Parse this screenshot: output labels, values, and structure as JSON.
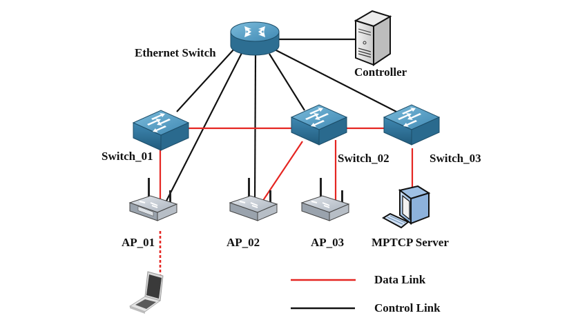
{
  "nodes": {
    "ethernet_switch": {
      "label": "Ethernet Switch",
      "icon": "router-icon"
    },
    "controller": {
      "label": "Controller",
      "icon": "server-tower-icon"
    },
    "switch_01": {
      "label": "Switch_01",
      "icon": "switch-icon"
    },
    "switch_02": {
      "label": "Switch_02",
      "icon": "switch-icon"
    },
    "switch_03": {
      "label": "Switch_03",
      "icon": "switch-icon"
    },
    "ap_01": {
      "label": "AP_01",
      "icon": "wireless-router-icon"
    },
    "ap_02": {
      "label": "AP_02",
      "icon": "wireless-router-icon"
    },
    "ap_03": {
      "label": "AP_03",
      "icon": "wireless-router-icon"
    },
    "mptcp_server": {
      "label": "MPTCP Server",
      "icon": "desktop-computer-icon"
    },
    "laptop": {
      "label": "",
      "icon": "laptop-icon"
    }
  },
  "links": {
    "control": [
      [
        "ethernet_switch",
        "controller"
      ],
      [
        "ethernet_switch",
        "switch_01"
      ],
      [
        "ethernet_switch",
        "switch_02"
      ],
      [
        "ethernet_switch",
        "switch_03"
      ],
      [
        "ethernet_switch",
        "ap_01"
      ],
      [
        "ethernet_switch",
        "ap_02"
      ]
    ],
    "data": [
      [
        "switch_01",
        "switch_02"
      ],
      [
        "switch_02",
        "switch_03"
      ],
      [
        "switch_01",
        "ap_01"
      ],
      [
        "switch_02",
        "ap_02"
      ],
      [
        "switch_02",
        "ap_03"
      ],
      [
        "switch_03",
        "mptcp_server"
      ]
    ],
    "wireless": [
      [
        "ap_01",
        "laptop"
      ]
    ]
  },
  "legend": {
    "data_link": {
      "label": "Data Link",
      "color": "#e52521"
    },
    "control_link": {
      "label": "Control Link",
      "color": "#111111"
    }
  },
  "colors": {
    "switch_top": "#5fa3c8",
    "switch_side": "#2f6f93",
    "ap_body": "#c9d0d8",
    "data": "#e52521",
    "control": "#111111"
  }
}
